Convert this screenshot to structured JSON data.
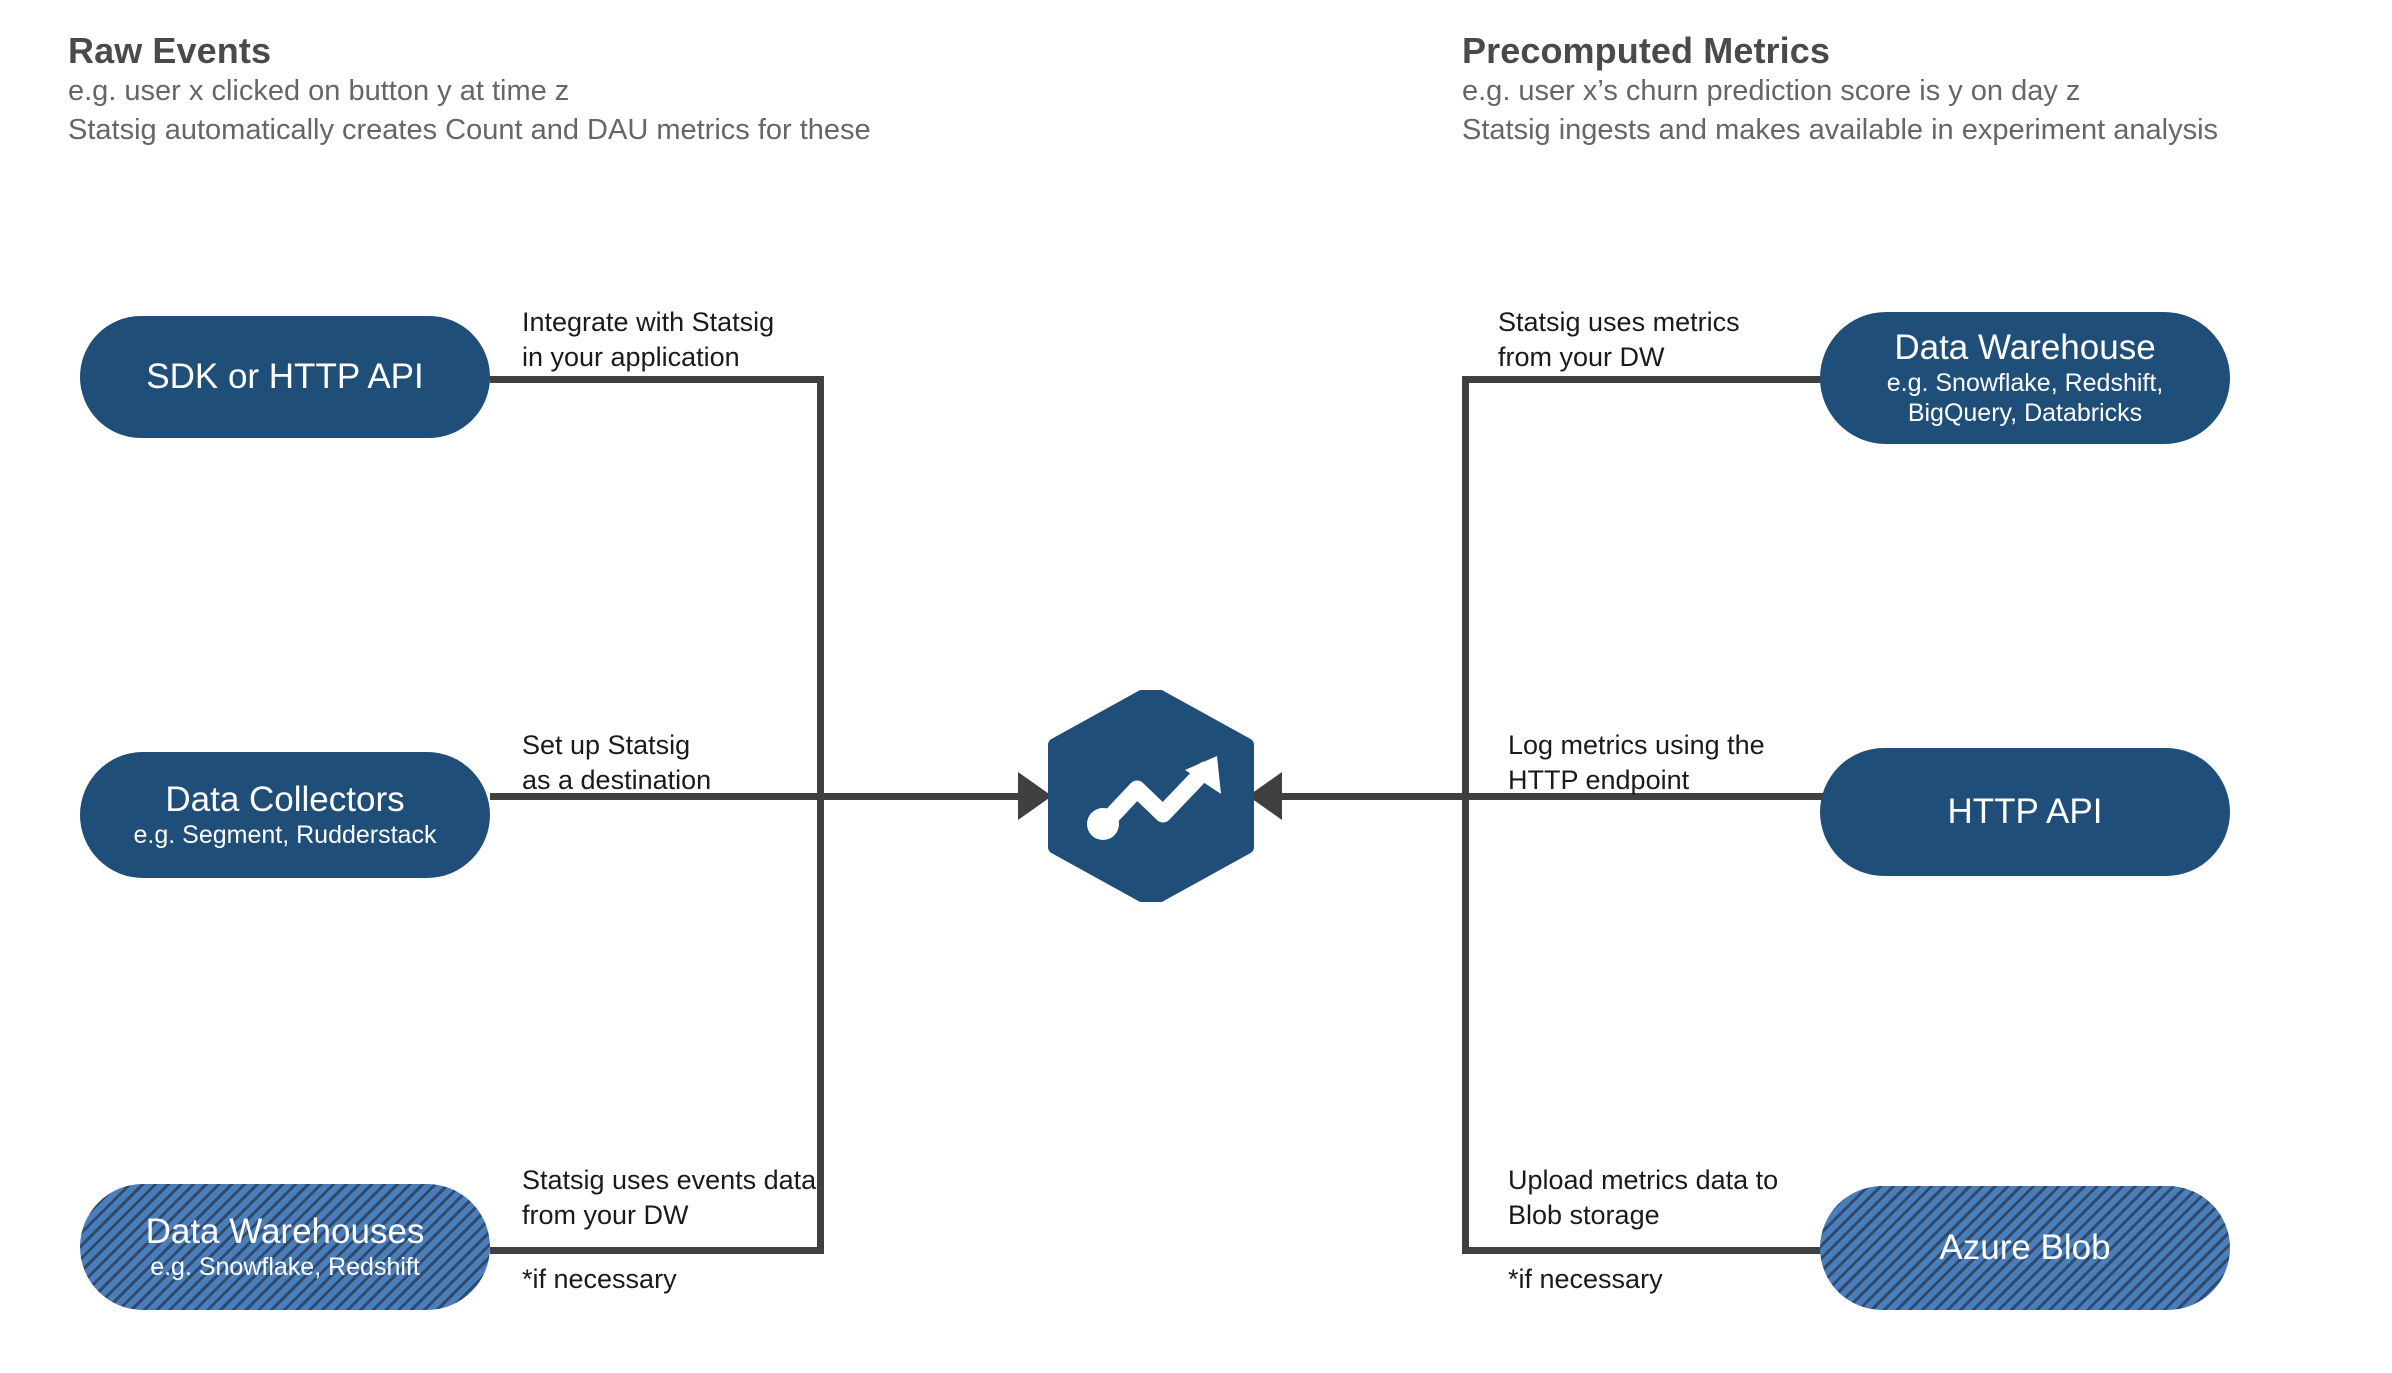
{
  "sections": {
    "left": {
      "title": "Raw Events",
      "sub_line1": "e.g. user x clicked on button y at time z",
      "sub_line2": "Statsig automatically creates Count and DAU metrics for these"
    },
    "right": {
      "title": "Precomputed Metrics",
      "sub_line1": "e.g. user x’s churn prediction score is y on day z",
      "sub_line2": "Statsig ingests and makes available in experiment analysis"
    }
  },
  "nodes": {
    "sdk": {
      "title": "SDK or HTTP API",
      "sub": "",
      "style": "solid"
    },
    "collectors": {
      "title": "Data Collectors",
      "sub": "e.g. Segment, Rudderstack",
      "style": "solid"
    },
    "warehouses": {
      "title": "Data Warehouses",
      "sub": "e.g. Snowflake, Redshift",
      "style": "hatched"
    },
    "data_warehouse": {
      "title": "Data Warehouse",
      "sub_line1": "e.g. Snowflake, Redshift,",
      "sub_line2": "BigQuery, Databricks",
      "style": "solid"
    },
    "http_api": {
      "title": "HTTP API",
      "sub": "",
      "style": "solid"
    },
    "azure_blob": {
      "title": "Azure Blob",
      "sub": "",
      "style": "hatched"
    }
  },
  "edge_labels": {
    "integrate": "Integrate with Statsig\nin your application",
    "setup": "Set up Statsig\nas a destination",
    "events_from_dw": "Statsig uses events data\nfrom your DW",
    "metrics_from_dw": "Statsig uses metrics\nfrom your DW",
    "log_metrics": "Log metrics using the\nHTTP endpoint",
    "upload_metrics": "Upload metrics data to\nBlob storage",
    "note_left": "*if necessary",
    "note_right": "*if necessary"
  },
  "logo": {
    "name": "statsig-hexagon-logo",
    "hex_color": "#1f4e79",
    "mark_color": "#ffffff"
  },
  "colors": {
    "brand_blue": "#1f4e79",
    "hatch_blue": "#4a7ebb",
    "line_gray": "#404040",
    "heading_gray": "#4a4a4a",
    "sub_gray": "#666666"
  }
}
